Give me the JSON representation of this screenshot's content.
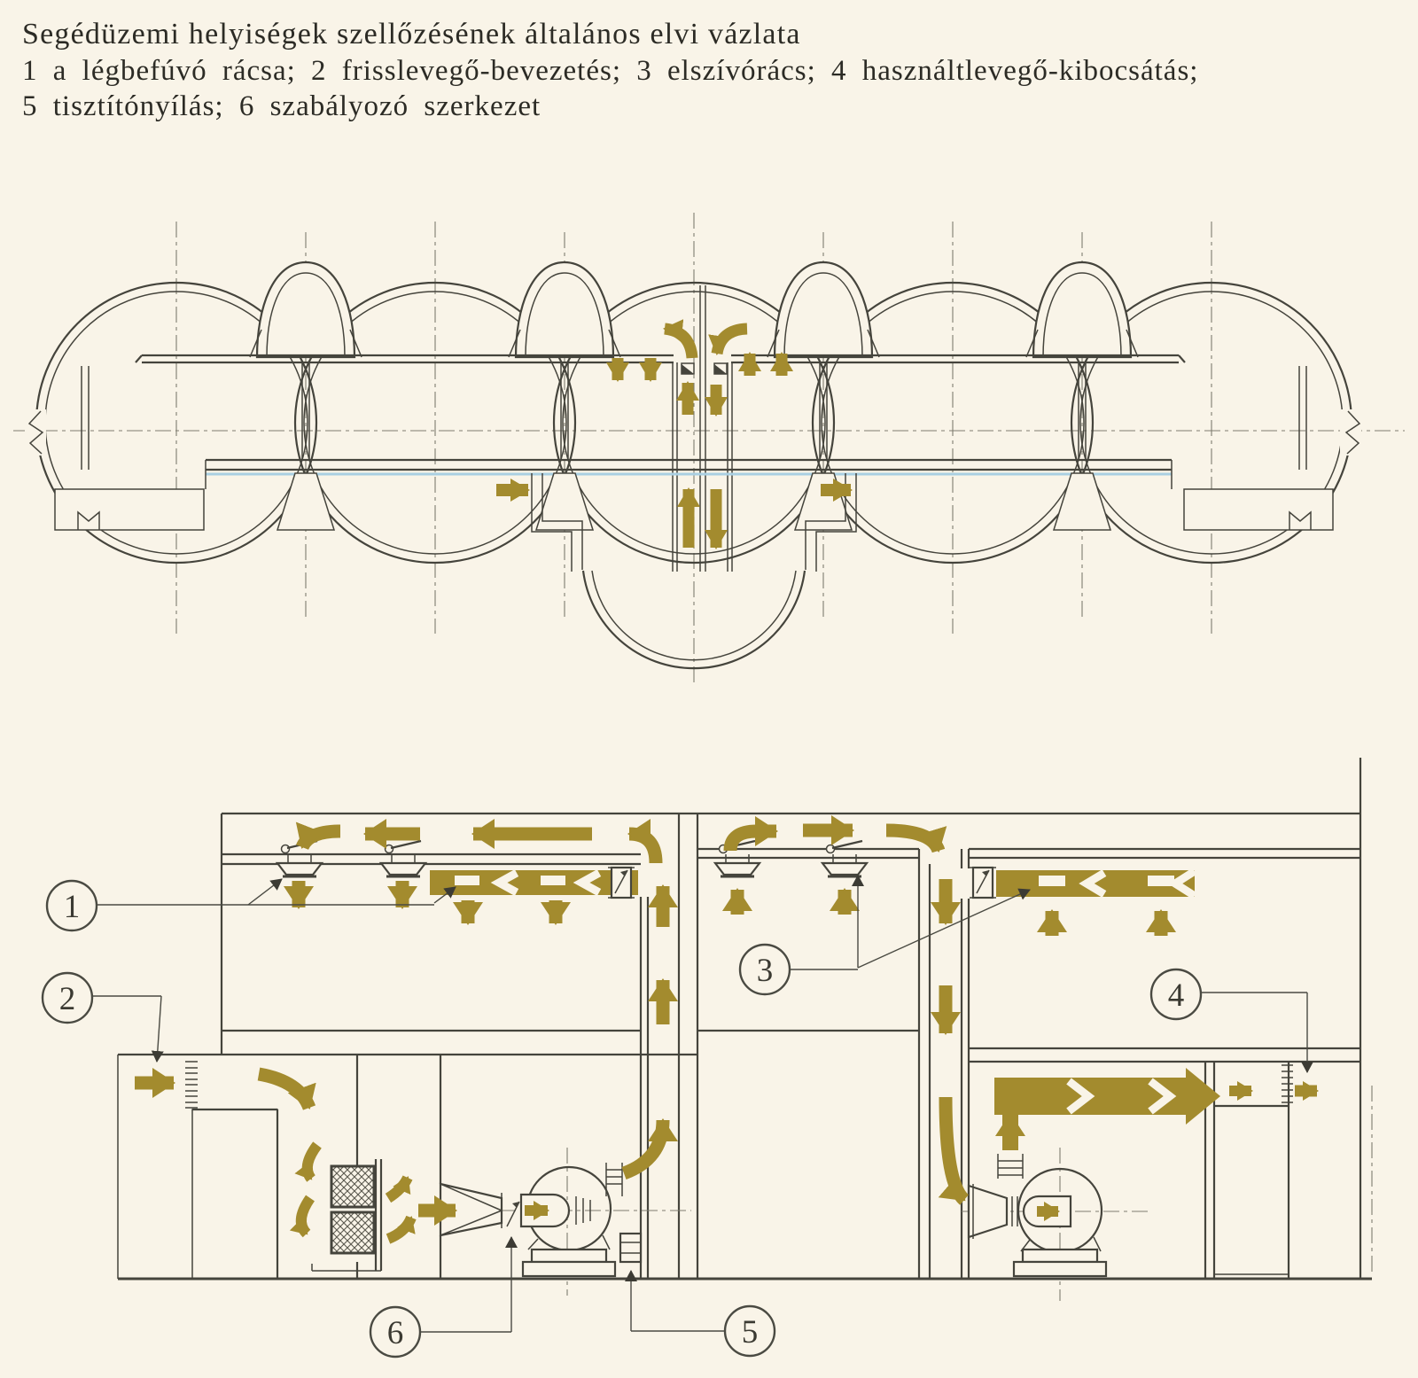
{
  "page": {
    "background": "#f9f4e8",
    "ink": "#45443c",
    "gold": "#a38b2e",
    "blue": "#a9cfe2"
  },
  "header": {
    "title": "Segédüzemi helyiségek szellőzésének általános elvi vázlata",
    "legend_lines": [
      "1 a légbefúvó rácsa; 2 frisslevegő-bevezetés; 3 elszívórács; 4 használtlevegő-kibocsátás;",
      "5 tisztítónyílás; 6 szabályozó szerkezet"
    ]
  },
  "legend_items": [
    {
      "num": "1",
      "label": "a légbefúvó rácsa"
    },
    {
      "num": "2",
      "label": "frisslevegő-bevezetés"
    },
    {
      "num": "3",
      "label": "elszívórács"
    },
    {
      "num": "4",
      "label": "használtlevegő-kibocsátás"
    },
    {
      "num": "5",
      "label": "tisztítónyílás"
    },
    {
      "num": "6",
      "label": "szabályozó szerkezet"
    }
  ],
  "callouts": [
    {
      "num": "1"
    },
    {
      "num": "2"
    },
    {
      "num": "3"
    },
    {
      "num": "4"
    },
    {
      "num": "5"
    },
    {
      "num": "6"
    }
  ]
}
